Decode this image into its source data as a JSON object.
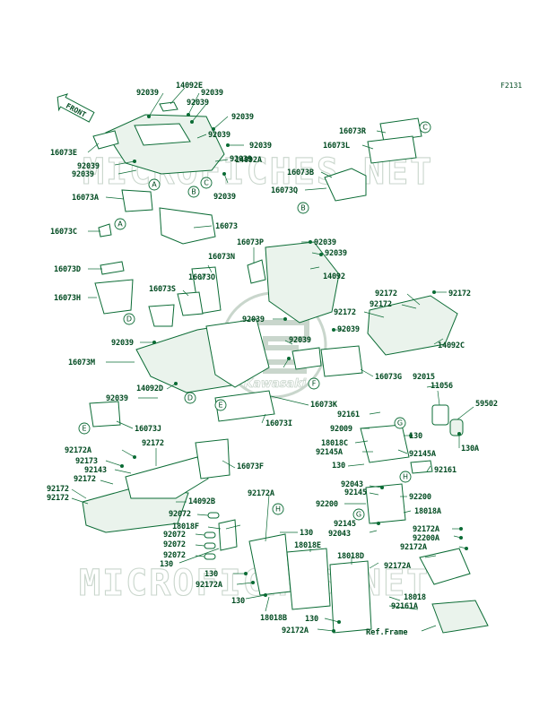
{
  "diagram_code": "F2131",
  "front_label": "FRONT",
  "reference_label": "Ref.Frame",
  "watermark": {
    "text": "MICROFICHES.NET",
    "logo_word": "Kawasaki",
    "color": "#c9d6cc"
  },
  "colors": {
    "line": "#0a6b34",
    "text": "#004a20"
  },
  "callout_letters": [
    "A",
    "B",
    "C",
    "D",
    "E",
    "F",
    "G",
    "H"
  ],
  "part_labels": [
    "14092E",
    "92039",
    "92039",
    "92039",
    "92039",
    "92039",
    "92039",
    "92039",
    "92039",
    "92039",
    "16073E",
    "92039",
    "16073A",
    "16073C",
    "16073",
    "14092A",
    "16073R",
    "16073L",
    "16073B",
    "16073Q",
    "16073P",
    "92039",
    "92039",
    "14092",
    "16073N",
    "16073D",
    "16073O",
    "16073S",
    "16073H",
    "92172",
    "92172",
    "92172",
    "92172",
    "92039",
    "92039",
    "92039",
    "14092C",
    "16073M",
    "92039",
    "16073G",
    "92015",
    "11056",
    "14092D",
    "92039",
    "16073K",
    "59502",
    "92161",
    "130",
    "130A",
    "16073J",
    "16073I",
    "92009",
    "18018C",
    "92145A",
    "92145A",
    "92172A",
    "92172",
    "92173",
    "92143",
    "16073F",
    "130",
    "92161",
    "92172",
    "92172",
    "92172",
    "92043",
    "92145",
    "92200",
    "14092B",
    "92072",
    "92172A",
    "92200",
    "18018A",
    "18018F",
    "92145",
    "92043",
    "92072",
    "92072",
    "92072",
    "130",
    "130",
    "18018E",
    "92172A",
    "92200A",
    "92172A",
    "130",
    "18018D",
    "92172A",
    "130",
    "92172A",
    "18018",
    "92161A",
    "18018B",
    "130",
    "92172A"
  ]
}
